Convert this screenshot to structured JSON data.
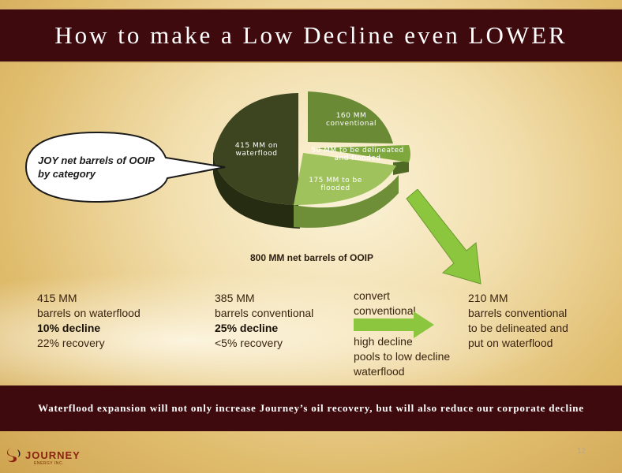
{
  "header": {
    "title": "How to make a Low Decline even LOWER"
  },
  "pie": {
    "slices": [
      {
        "label": "415 MM on waterflood",
        "value": 415,
        "color": "#3c4420"
      },
      {
        "label": "160 MM conventional",
        "value": 160,
        "color": "#6b8a35"
      },
      {
        "label": "50 MM to be delineated and flooded",
        "value": 50,
        "color": "#7ea83e"
      },
      {
        "label": "175 MM to be flooded",
        "value": 175,
        "color": "#9fc25c"
      }
    ],
    "caption": "800 MM net barrels of OOIP"
  },
  "callout": {
    "text": "JOY net barrels of OOIP by category"
  },
  "columns": {
    "waterflood": {
      "line1": "415 MM",
      "line2": "barrels on waterflood",
      "line3": "10% decline",
      "line4": "22% recovery"
    },
    "conventional": {
      "line1": "385 MM",
      "line2": "barrels conventional",
      "line3": "25% decline",
      "line4": "<5% recovery"
    },
    "convert": {
      "line1": "convert",
      "line2": "conventional",
      "line3": "high decline",
      "line4": "pools to low decline",
      "line5": "waterflood"
    },
    "delineate": {
      "line1": "210 MM",
      "line2": "barrels conventional",
      "line3": "to be delineated and",
      "line4": "put on waterflood"
    }
  },
  "footer": {
    "text": "Waterflood expansion will not only increase Journey’s oil recovery, but will also reduce our corporate decline"
  },
  "logo": {
    "name": "JOURNEY",
    "sub": "ENERGY INC."
  },
  "page_number": "12",
  "colors": {
    "maroon": "#3f0a0d",
    "arrow_green": "#8cc63f",
    "logo_red": "#8b2213"
  }
}
